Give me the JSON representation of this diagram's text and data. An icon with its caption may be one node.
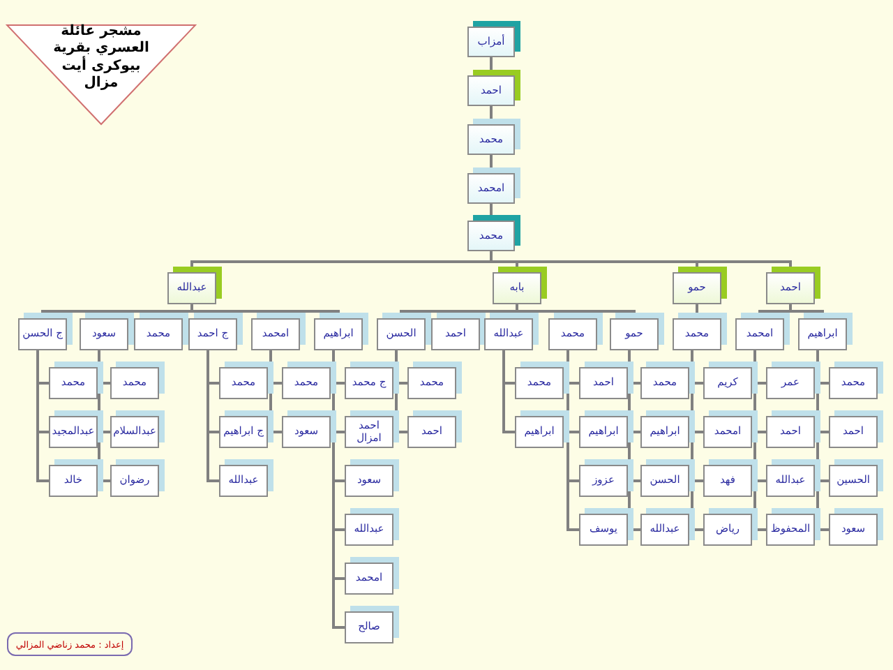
{
  "diagram": {
    "nodes": [
      {
        "text": [
          "مشجر عائلة العسري بقرية بيوكرى أيت مزال"
        ]
      },
      {
        "text": [
          "أمزاب"
        ]
      },
      {
        "text": [
          "احمد"
        ]
      },
      {
        "text": [
          "محمد"
        ]
      },
      {
        "text": [
          "امحمد"
        ]
      },
      {
        "text": [
          "محمد"
        ]
      },
      {
        "text": [
          "عبدالله"
        ]
      },
      {
        "text": [
          "بابه"
        ]
      },
      {
        "text": [
          "حمو"
        ]
      },
      {
        "text": [
          "احمد"
        ]
      },
      {
        "text": [
          "ج الحسن"
        ]
      },
      {
        "text": [
          "سعود"
        ]
      },
      {
        "text": [
          "محمد"
        ]
      },
      {
        "text": [
          "ج احمد"
        ]
      },
      {
        "text": [
          "امحمد"
        ]
      },
      {
        "text": [
          "ابراهيم"
        ]
      },
      {
        "text": [
          "الحسن"
        ]
      },
      {
        "text": [
          "احمد"
        ]
      },
      {
        "text": [
          "عبدالله"
        ]
      },
      {
        "text": [
          "محمد"
        ]
      },
      {
        "text": [
          "حمو"
        ]
      },
      {
        "text": [
          "محمد"
        ]
      },
      {
        "text": [
          "امحمد"
        ]
      },
      {
        "text": [
          "ابراهيم"
        ]
      },
      {
        "text": [
          "محمد"
        ]
      },
      {
        "text": [
          "عبدالمجيد"
        ]
      },
      {
        "text": [
          "خالد"
        ]
      },
      {
        "text": [
          "محمد"
        ]
      },
      {
        "text": [
          "عبدالسلام"
        ]
      },
      {
        "text": [
          "رضوان"
        ]
      },
      {
        "text": [
          "محمد"
        ]
      },
      {
        "text": [
          "ج ابراهيم"
        ]
      },
      {
        "text": [
          "عبدالله"
        ]
      },
      {
        "text": [
          "محمد"
        ]
      },
      {
        "text": [
          "سعود"
        ]
      },
      {
        "text": [
          "ج محمد"
        ]
      },
      {
        "text": [
          "احمد امزال"
        ]
      },
      {
        "text": [
          "سعود"
        ]
      },
      {
        "text": [
          "عبدالله"
        ]
      },
      {
        "text": [
          "امحمد"
        ]
      },
      {
        "text": [
          "صالح"
        ]
      },
      {
        "text": [
          "محمد"
        ]
      },
      {
        "text": [
          "احمد"
        ]
      },
      {
        "text": [
          "محمد"
        ]
      },
      {
        "text": [
          "ابراهيم"
        ]
      },
      {
        "text": [
          "احمد"
        ]
      },
      {
        "text": [
          "ابراهيم"
        ]
      },
      {
        "text": [
          "عزوز"
        ]
      },
      {
        "text": [
          "يوسف"
        ]
      },
      {
        "text": [
          "محمد"
        ]
      },
      {
        "text": [
          "ابراهيم"
        ]
      },
      {
        "text": [
          "الحسن"
        ]
      },
      {
        "text": [
          "عبدالله"
        ]
      },
      {
        "text": [
          "كريم"
        ]
      },
      {
        "text": [
          "امحمد"
        ]
      },
      {
        "text": [
          "فهد"
        ]
      },
      {
        "text": [
          "رياض"
        ]
      },
      {
        "text": [
          "عمر"
        ]
      },
      {
        "text": [
          "احمد"
        ]
      },
      {
        "text": [
          "عبدالله"
        ]
      },
      {
        "text": [
          "المحفوظ"
        ]
      },
      {
        "text": [
          "محمد"
        ]
      },
      {
        "text": [
          "احمد"
        ]
      },
      {
        "text": [
          "الحسين"
        ]
      },
      {
        "text": [
          "سعود"
        ]
      },
      {
        "text": [
          "إعداد : محمد زناضي المزالي"
        ]
      }
    ],
    "edges": [
      {
        "from": 1,
        "to": 2,
        "arrow": "none"
      },
      {
        "from": 2,
        "to": 3,
        "arrow": "none"
      },
      {
        "from": 3,
        "to": 4,
        "arrow": "none"
      },
      {
        "from": 4,
        "to": 5,
        "arrow": "none"
      },
      {
        "from": 5,
        "to": 6,
        "arrow": "none"
      },
      {
        "from": 5,
        "to": 7,
        "arrow": "none"
      },
      {
        "from": 5,
        "to": 8,
        "arrow": "none"
      },
      {
        "from": 5,
        "to": 9,
        "arrow": "none"
      },
      {
        "from": 6,
        "to": 10,
        "arrow": "none"
      },
      {
        "from": 6,
        "to": 11,
        "arrow": "none"
      },
      {
        "from": 6,
        "to": 12,
        "arrow": "none"
      },
      {
        "from": 6,
        "to": 13,
        "arrow": "none"
      },
      {
        "from": 6,
        "to": 14,
        "arrow": "none"
      },
      {
        "from": 6,
        "to": 15,
        "arrow": "none"
      },
      {
        "from": 7,
        "to": 16,
        "arrow": "none"
      },
      {
        "from": 7,
        "to": 17,
        "arrow": "none"
      },
      {
        "from": 7,
        "to": 18,
        "arrow": "none"
      },
      {
        "from": 7,
        "to": 19,
        "arrow": "none"
      },
      {
        "from": 7,
        "to": 20,
        "arrow": "none"
      },
      {
        "from": 8,
        "to": 21,
        "arrow": "none"
      },
      {
        "from": 9,
        "to": 22,
        "arrow": "none"
      },
      {
        "from": 9,
        "to": 23,
        "arrow": "none"
      },
      {
        "from": 10,
        "to": 24,
        "arrow": "none"
      },
      {
        "from": 10,
        "to": 25,
        "arrow": "none"
      },
      {
        "from": 10,
        "to": 26,
        "arrow": "none"
      },
      {
        "from": 11,
        "to": 27,
        "arrow": "none"
      },
      {
        "from": 11,
        "to": 28,
        "arrow": "none"
      },
      {
        "from": 11,
        "to": 29,
        "arrow": "none"
      },
      {
        "from": 13,
        "to": 30,
        "arrow": "none"
      },
      {
        "from": 13,
        "to": 31,
        "arrow": "none"
      },
      {
        "from": 13,
        "to": 32,
        "arrow": "none"
      },
      {
        "from": 14,
        "to": 33,
        "arrow": "none"
      },
      {
        "from": 14,
        "to": 34,
        "arrow": "none"
      },
      {
        "from": 15,
        "to": 35,
        "arrow": "none"
      },
      {
        "from": 15,
        "to": 36,
        "arrow": "none"
      },
      {
        "from": 15,
        "to": 37,
        "arrow": "none"
      },
      {
        "from": 15,
        "to": 38,
        "arrow": "none"
      },
      {
        "from": 15,
        "to": 39,
        "arrow": "none"
      },
      {
        "from": 15,
        "to": 40,
        "arrow": "none"
      },
      {
        "from": 16,
        "to": 41,
        "arrow": "none"
      },
      {
        "from": 16,
        "to": 42,
        "arrow": "none"
      },
      {
        "from": 18,
        "to": 43,
        "arrow": "none"
      },
      {
        "from": 18,
        "to": 44,
        "arrow": "none"
      },
      {
        "from": 19,
        "to": 45,
        "arrow": "none"
      },
      {
        "from": 19,
        "to": 46,
        "arrow": "none"
      },
      {
        "from": 19,
        "to": 47,
        "arrow": "none"
      },
      {
        "from": 19,
        "to": 48,
        "arrow": "none"
      },
      {
        "from": 20,
        "to": 49,
        "arrow": "none"
      },
      {
        "from": 20,
        "to": 50,
        "arrow": "none"
      },
      {
        "from": 20,
        "to": 51,
        "arrow": "none"
      },
      {
        "from": 20,
        "to": 52,
        "arrow": "none"
      },
      {
        "from": 21,
        "to": 53,
        "arrow": "none"
      },
      {
        "from": 21,
        "to": 54,
        "arrow": "none"
      },
      {
        "from": 21,
        "to": 55,
        "arrow": "none"
      },
      {
        "from": 21,
        "to": 56,
        "arrow": "none"
      },
      {
        "from": 22,
        "to": 57,
        "arrow": "none"
      },
      {
        "from": 22,
        "to": 58,
        "arrow": "none"
      },
      {
        "from": 22,
        "to": 59,
        "arrow": "none"
      },
      {
        "from": 22,
        "to": 60,
        "arrow": "none"
      },
      {
        "from": 23,
        "to": 61,
        "arrow": "none"
      },
      {
        "from": 23,
        "to": 62,
        "arrow": "none"
      },
      {
        "from": 23,
        "to": 63,
        "arrow": "none"
      },
      {
        "from": 23,
        "to": 64,
        "arrow": "none"
      }
    ]
  }
}
